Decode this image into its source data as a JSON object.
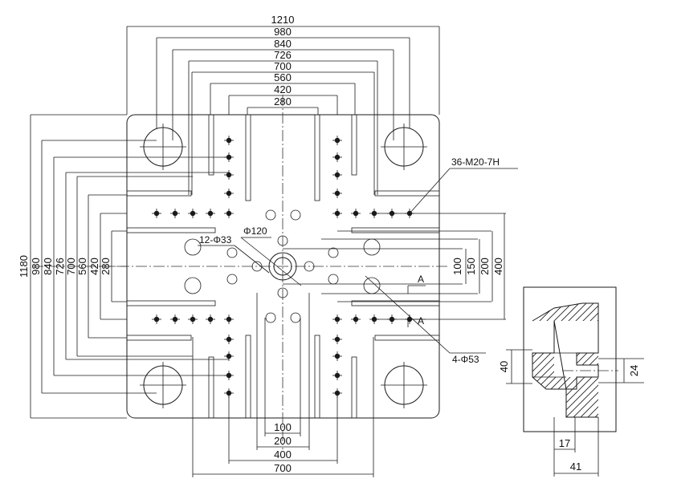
{
  "drawing": {
    "top_dims": [
      "1210",
      "980",
      "840",
      "726",
      "700",
      "560",
      "420",
      "280"
    ],
    "left_dims": [
      "1180",
      "980",
      "840",
      "726",
      "700",
      "560",
      "420",
      "280"
    ],
    "right_dims": [
      "100",
      "150",
      "200",
      "400"
    ],
    "bottom_dims": [
      "100",
      "200",
      "400",
      "700"
    ],
    "callouts": {
      "tapped_holes": "36-M20-7H",
      "center_bore": "Φ120",
      "ring_holes": "12-Φ33",
      "tie_bar_holes": "4-Φ53"
    },
    "section_marks": [
      "A",
      "A"
    ],
    "section_dims": {
      "height_outer": "40",
      "height_inner": "24",
      "width_inner": "17",
      "width_outer": "41"
    }
  }
}
